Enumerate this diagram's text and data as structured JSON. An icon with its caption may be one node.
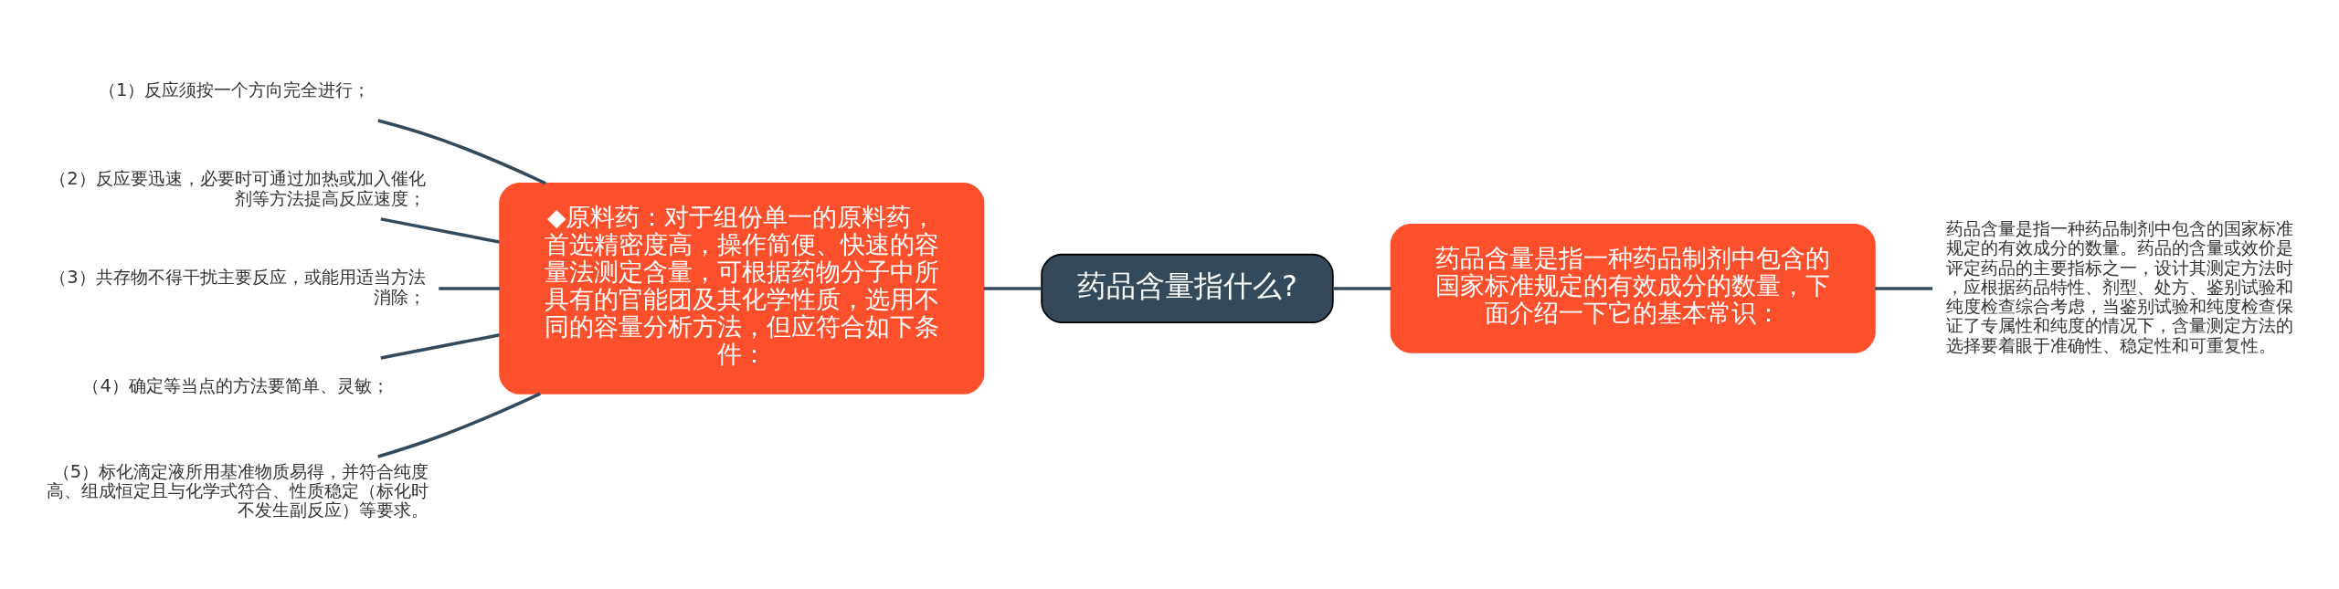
{
  "diagram": {
    "nodes": [
      {
        "text": [
          "药品含量指什么?"
        ]
      },
      {
        "text": [
          "◆原料药：对于组份单一的原料药，首选精密度高，操作简便、快速的容量法测定含量，可根据药物分子中所具有的官能团及其化学性质，选用不同的容量分析方法，但应符合如下条件："
        ]
      },
      {
        "text": [
          "（1）反应须按一个方向完全进行；"
        ]
      },
      {
        "text": [
          "（2）反应要迅速，必要时可通过加热或加入催化剂等方法提高反应速度；"
        ]
      },
      {
        "text": [
          "（3）共存物不得干扰主要反应，或能用适当方法消除；"
        ]
      },
      {
        "text": [
          "（4）确定等当点的方法要简单、灵敏；"
        ]
      },
      {
        "text": [
          "（5）标化滴定液所用基准物质易得，并符合纯度高、组成恒定且与化学式符合、性质稳定（标化时不发生副反应）等要求。"
        ]
      },
      {
        "text": [
          "药品含量是指一种药品制剂中包含的国家标准规定的有效成分的数量，下面介绍一下它的基本常识："
        ]
      },
      {
        "text": [
          "药品含量是指一种药品制剂中包含的国家标准规定的有效成分的数量。药品的含量或效价是评定药品的主要指标之一，设计其测定方法时，应根据药品特性、剂型、处方、鉴别试验和纯度检查综合考虑，当鉴别试验和纯度检查保证了专属性和纯度的情况下，含量测定方法的选择要着眼于准确性、稳定性和可重复性。"
        ]
      }
    ],
    "edges": [
      {
        "from": 0,
        "to": 1,
        "arrow": "none"
      },
      {
        "from": 1,
        "to": 2,
        "arrow": "none"
      },
      {
        "from": 1,
        "to": 3,
        "arrow": "none"
      },
      {
        "from": 1,
        "to": 4,
        "arrow": "none"
      },
      {
        "from": 1,
        "to": 5,
        "arrow": "none"
      },
      {
        "from": 1,
        "to": 6,
        "arrow": "none"
      },
      {
        "from": 0,
        "to": 7,
        "arrow": "none"
      },
      {
        "from": 7,
        "to": 8,
        "arrow": "none"
      }
    ]
  }
}
